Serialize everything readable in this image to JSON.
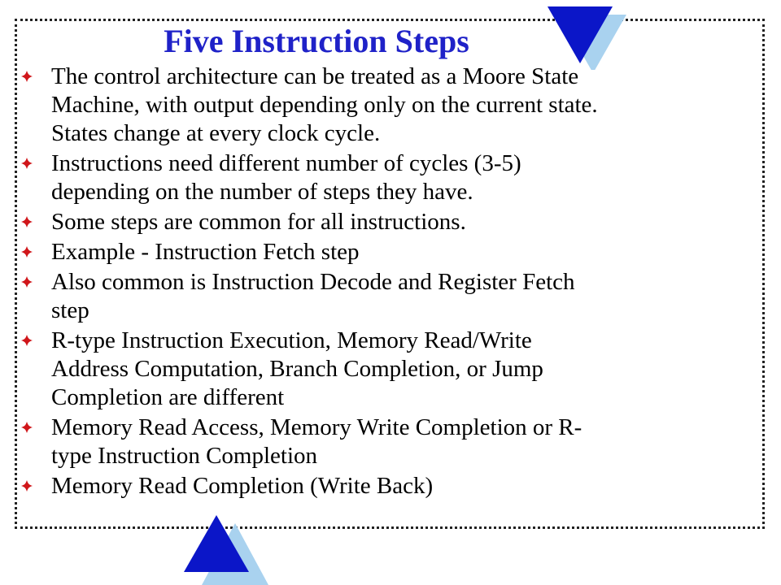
{
  "slide": {
    "title": "Five Instruction Steps",
    "bullet_icon": "diamond-bullet-icon",
    "colors": {
      "title": "#1f22c8",
      "bullet": "#d0161a",
      "triangle_front": "#0b16c8",
      "triangle_shadow": "#a9d2ef",
      "text": "#000000"
    },
    "bullets": [
      {
        "lines": [
          "The control architecture can be treated as a Moore State",
          "Machine, with output depending only on the current state.",
          "States change at every clock cycle."
        ]
      },
      {
        "lines": [
          "Instructions need different number of cycles (3-5)",
          "depending on the number of steps they have."
        ]
      },
      {
        "lines": [
          "Some steps are common for all instructions."
        ]
      },
      {
        "lines": [
          "Example - Instruction Fetch step"
        ]
      },
      {
        "lines": [
          "Also common is Instruction Decode and Register Fetch",
          "step"
        ]
      },
      {
        "lines": [
          "R-type Instruction Execution, Memory Read/Write",
          "Address Computation, Branch Completion, or Jump",
          "Completion are different"
        ]
      },
      {
        "lines": [
          "Memory Read Access, Memory Write Completion or R-",
          "type Instruction Completion"
        ]
      },
      {
        "lines": [
          "Memory Read Completion (Write Back)"
        ]
      }
    ]
  }
}
